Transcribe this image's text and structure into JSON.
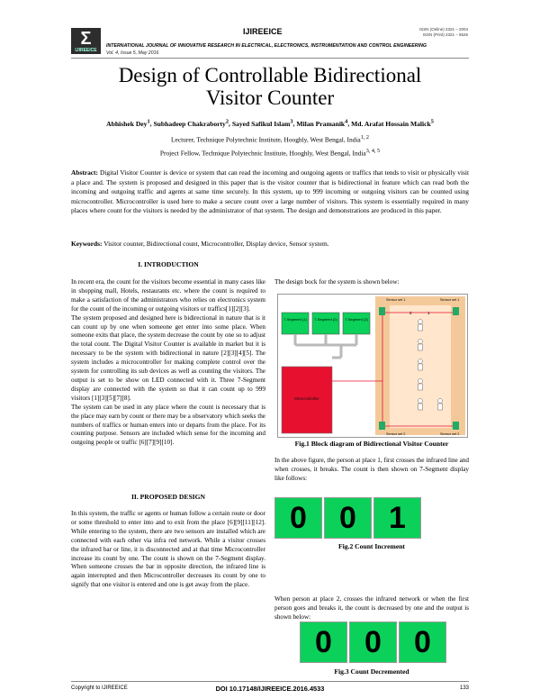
{
  "header": {
    "logo_text": "Σ",
    "logo_sub": "IJIREEICE",
    "journal_short": "IJIREEICE",
    "issn_online": "ISSN (Online) 2321 – 2004",
    "issn_print": "ISSN (Print) 2321 – 5526",
    "journal_full": "INTERNATIONAL JOURNAL OF INNOVATIVE RESEARCH IN ELECTRICAL, ELECTRONICS, INSTRUMENTATION AND CONTROL ENGINEERING",
    "volume": "Vol. 4, Issue 5, May 2016"
  },
  "title_line1": "Design of Controllable Bidirectional",
  "title_line2": "Visitor Counter",
  "authors": [
    {
      "name": "Abhishek Dey",
      "sup": "1"
    },
    {
      "name": "Subhadeep Chakraborty",
      "sup": "2"
    },
    {
      "name": "Sayed Safikul Islam",
      "sup": "3"
    },
    {
      "name": "Milan Pramanik",
      "sup": "4"
    },
    {
      "name": "Md. Arafat Hossain Malick",
      "sup": "5"
    }
  ],
  "affiliation1": "Lecturer, Technique Polytechnic Institute, Hooghly, West Bengal, India",
  "affiliation1_sup": "1, 2",
  "affiliation2": "Project Fellow, Technique Polytechnic Institute, Hooghly, West Bengal, India",
  "affiliation2_sup": "3, 4, 5",
  "abstract_label": "Abstract:",
  "abstract_text": " Digital Visitor Counter is device or system that can read the incoming and outgoing agents or traffics that tends to visit or physically visit a place and. The system is proposed and designed in this paper that is the visitor counter that is bidirectional in feature which can read both the incoming and outgoing traffic and agents at same time securely. In this system, up to 999 incoming or outgoing visitors can be counted using microcontroller. Microcontroller is used here to make a secure count over a large number of visitors. This system is essentially required in many places where count for the visitors is needed by the administrator of that system. The design and demonstrations are produced in this paper.",
  "keywords_label": "Keywords:",
  "keywords_text": " Visitor counter, Bidirectional count, Microcontroller, Display device, Sensor system.",
  "section1_heading": "I. INTRODUCTION",
  "section1_p1": "In recent era, the count for the visitors become essential in many cases like in shopping mall, Hotels, restaurants etc. where the count is required to make a satisfaction of the administrators who relies on electronics system for the count of the incoming or outgoing visitors or traffics[1][2][3].",
  "section1_p2": "The system proposed and designed here is bidirectional in nature that is it can count up by one when someone get enter into some place. When someone exits that place, the system decrease the count by one so to adjust the total count. The Digital Visitor Counter is available in market but it is necessary to be the system with bidirectional in nature [2][3][4][5]. The system includes a microcontroller for making complete control over the system for controlling its sub devices as well as counting the visitors. The output is set to be show on LED connected with it. Three 7-Segment display are connected with the system so that it can count up to 999 visitors [1][3][5][7][8].",
  "section1_p3": "The system can be used in any place where the count is necessary that is the place may earn by count or there may be a observatory which seeks the numbers of traffics or human enters into or departs from the place. For its counting purpose. Sensors are included which sense for the incoming and outgoing people or traffic [6][7][9][10].",
  "section2_heading": "II. PROPOSED DESIGN",
  "section2_p1": "In this system, the traffic or agents or human follow a certain route or door or some threshold to enter into and to exit from the place [6][9][11][12]. While entering to the system, there are two sensors are installed which are connected with each other via infra red network. While a visitor crosses the infrared bar or line, it is disconnected and at that time Microcontroller increase its count by one. The count is shown on the 7-Segment display. When someone crosses the bar in opposite direction, the infrared line is again interrupted and then Microcontroller decreases its count by one to signify that one visitor is entered and one is get away from the place.",
  "right_intro": "The design bock for the system is shown below:",
  "diagram": {
    "seg_labels": [
      "7-Segment (1)",
      "7-Segment (2)",
      "7-Segment (3)"
    ],
    "micro_label": "Microcontroller",
    "sensor_labels": [
      "Sensor set 1",
      "Sensor set 1",
      "Sensor set 2",
      "Sensor set 2"
    ],
    "place_labels": [
      "2",
      "1"
    ]
  },
  "fig1_caption": "Fig.1 Block diagram of Bidirectional Visitor Counter",
  "right_p2": "In the above figure, the person at place 1, first crosses the infrared line and when crosses, it breaks. The count is then shown on 7-Segment display like follows:",
  "fig2_digits": [
    "0",
    "0",
    "1"
  ],
  "fig2_caption": "Fig.2 Count Increment",
  "right_p3": "When person at place 2, crosses the infrared network or when the first person goes and breaks it, the count is decreased by one and the output is shown below:",
  "fig3_digits": [
    "0",
    "0",
    "0"
  ],
  "fig3_caption": "Fig.3 Count Decremented",
  "footer": {
    "copyright": "Copyright to IJIREEICE",
    "doi": "DOI 10.17148/IJIREEICE.2016.4533",
    "page": "133"
  }
}
